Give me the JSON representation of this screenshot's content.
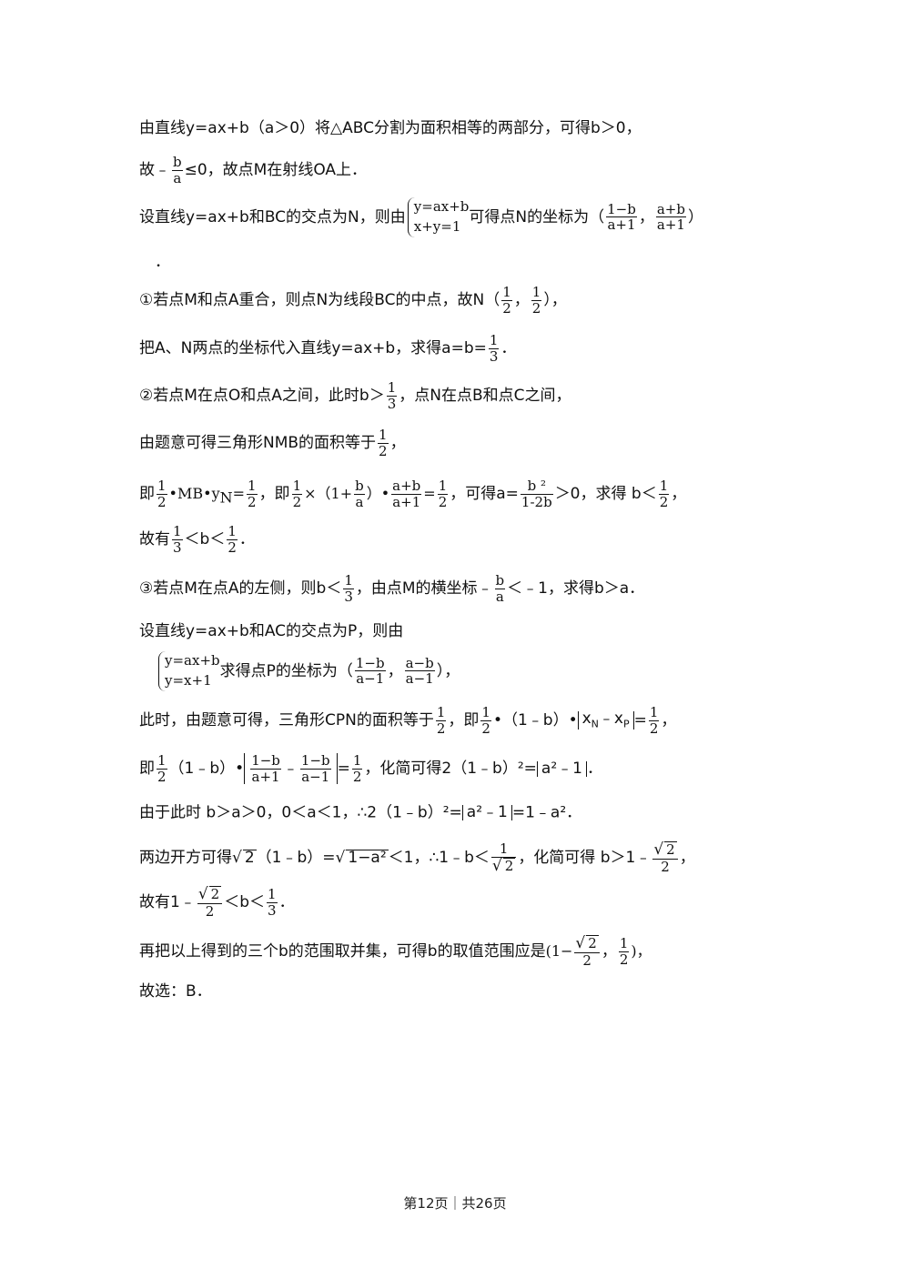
{
  "l1": "由直线y=ax+b（a＞0）将△ABC分割为面积相等的两部分，可得b＞0，",
  "l2a": "故﹣",
  "l2n": "b",
  "l2d": "a",
  "l2b": "≤0，故点M在射线OA上．",
  "l3a": "设直线y=ax+b和BC的交点为N，则由",
  "l3s1": "y=ax+b",
  "l3s2": "x+y=1",
  "l3b": "可得点N的坐标为（",
  "l3n1": "1−b",
  "l3d1": "a+1",
  "l3c": "，",
  "l3n2": "a+b",
  "l3d2": "a+1",
  "l3e": "）",
  "l4": "．",
  "l5a": "①若点M和点A重合，则点N为线段BC的中点，故N（",
  "l5n1": "1",
  "l5d1": "2",
  "l5c": "，",
  "l5n2": "1",
  "l5d2": "2",
  "l5b": "），",
  "l6a": "把A、N两点的坐标代入直线y=ax+b，求得a=b=",
  "l6n": "1",
  "l6d": "3",
  "l6b": "．",
  "l7a": "②若点M在点O和点A之间，此时b＞",
  "l7n": "1",
  "l7d": "3",
  "l7b": "，点N在点B和点C之间，",
  "l8a": "由题意可得三角形NMB的面积等于",
  "l8n": "1",
  "l8d": "2",
  "l8b": "，",
  "l9a": "即",
  "l9n1": "1",
  "l9d1": "2",
  "l9b": "•MB•y",
  "l9sub": "N",
  "l9c": "=",
  "l9n2": "1",
  "l9d2": "2",
  "l9e": "，即",
  "l9n3": "1",
  "l9d3": "2",
  "l9f": "×（1+",
  "l9n4": "b",
  "l9d4": "a",
  "l9g": "）•",
  "l9n5": "a+b",
  "l9d5": "a+1",
  "l9h": "=",
  "l9n6": "1",
  "l9d6": "2",
  "l9i": "，可得a=",
  "l9n7": "b ²",
  "l9d7": "1-2b",
  "l9j": "＞0，求得 b＜",
  "l9n8": "1",
  "l9d8": "2",
  "l9k": "，",
  "l10a": "故有",
  "l10n1": "1",
  "l10d1": "3",
  "l10b": "＜b＜",
  "l10n2": "1",
  "l10d2": "2",
  "l10c": "．",
  "l11a": "③若点M在点A的左侧，则b＜",
  "l11n1": "1",
  "l11d1": "3",
  "l11b": "，由点M的横坐标﹣",
  "l11n2": "b",
  "l11d2": "a",
  "l11c": "＜﹣1，求得b＞a．",
  "l12": "设直线y=ax+b和AC的交点为P，则由",
  "l13s1": "y=ax+b",
  "l13s2": "y=x+1",
  "l13a": "求得点P的坐标为（",
  "l13n1": "1−b",
  "l13d1": "a−1",
  "l13c": "，",
  "l13n2": "a−b",
  "l13d2": "a−1",
  "l13b": "），",
  "l14a": "此时，由题意可得，三角形CPN的面积等于",
  "l14n1": "1",
  "l14d1": "2",
  "l14b": "，即",
  "l14n2": "1",
  "l14d2": "2",
  "l14c": "•（1﹣b）•",
  "l14abs": "x",
  "l14s1": "N",
  "l14abs2": "﹣x",
  "l14s2": "P",
  "l14d": "=",
  "l14n3": "1",
  "l14d3": "2",
  "l14e": "，",
  "l15a": "即",
  "l15n1": "1",
  "l15d1": "2",
  "l15b": "（1﹣b）•",
  "l15n2": "1−b",
  "l15d2": "a+1",
  "l15m": "﹣",
  "l15n3": "1−b",
  "l15d3": "a−1",
  "l15c": "=",
  "l15n4": "1",
  "l15d4": "2",
  "l15e": "，化简可得2（1﹣b）²=",
  "l15abs": "a²﹣1",
  "l15f": "．",
  "l16a": "由于此时 b＞a＞0，0＜a＜1，∴2（1﹣b）²=",
  "l16abs": "a²﹣1",
  "l16b": "=1﹣a²．",
  "l17a": "两边开方可得",
  "l17r1": "2",
  "l17b": "（1﹣b）=",
  "l17r2": "1−a²",
  "l17c": "＜1，∴1﹣b＜",
  "l17n1": "1",
  "l17d1r": "2",
  "l17d": "，化简可得 b＞1﹣",
  "l17n2r": "2",
  "l17d2": "2",
  "l17e": "，",
  "l18a": "故有1﹣",
  "l18nr": "2",
  "l18d": "2",
  "l18b": "＜b＜",
  "l18n2": "1",
  "l18d2": "3",
  "l18c": "．",
  "l19a": "再把以上得到的三个b的范围取并集，可得b的取值范围应是",
  "l19b": "(1−",
  "l19nr": "2",
  "l19d": "2",
  "l19c": "，",
  "l19n2": "1",
  "l19d2": "2",
  "l19e": ")，",
  "l20": "故选：B．",
  "footer": "第12页｜共26页"
}
